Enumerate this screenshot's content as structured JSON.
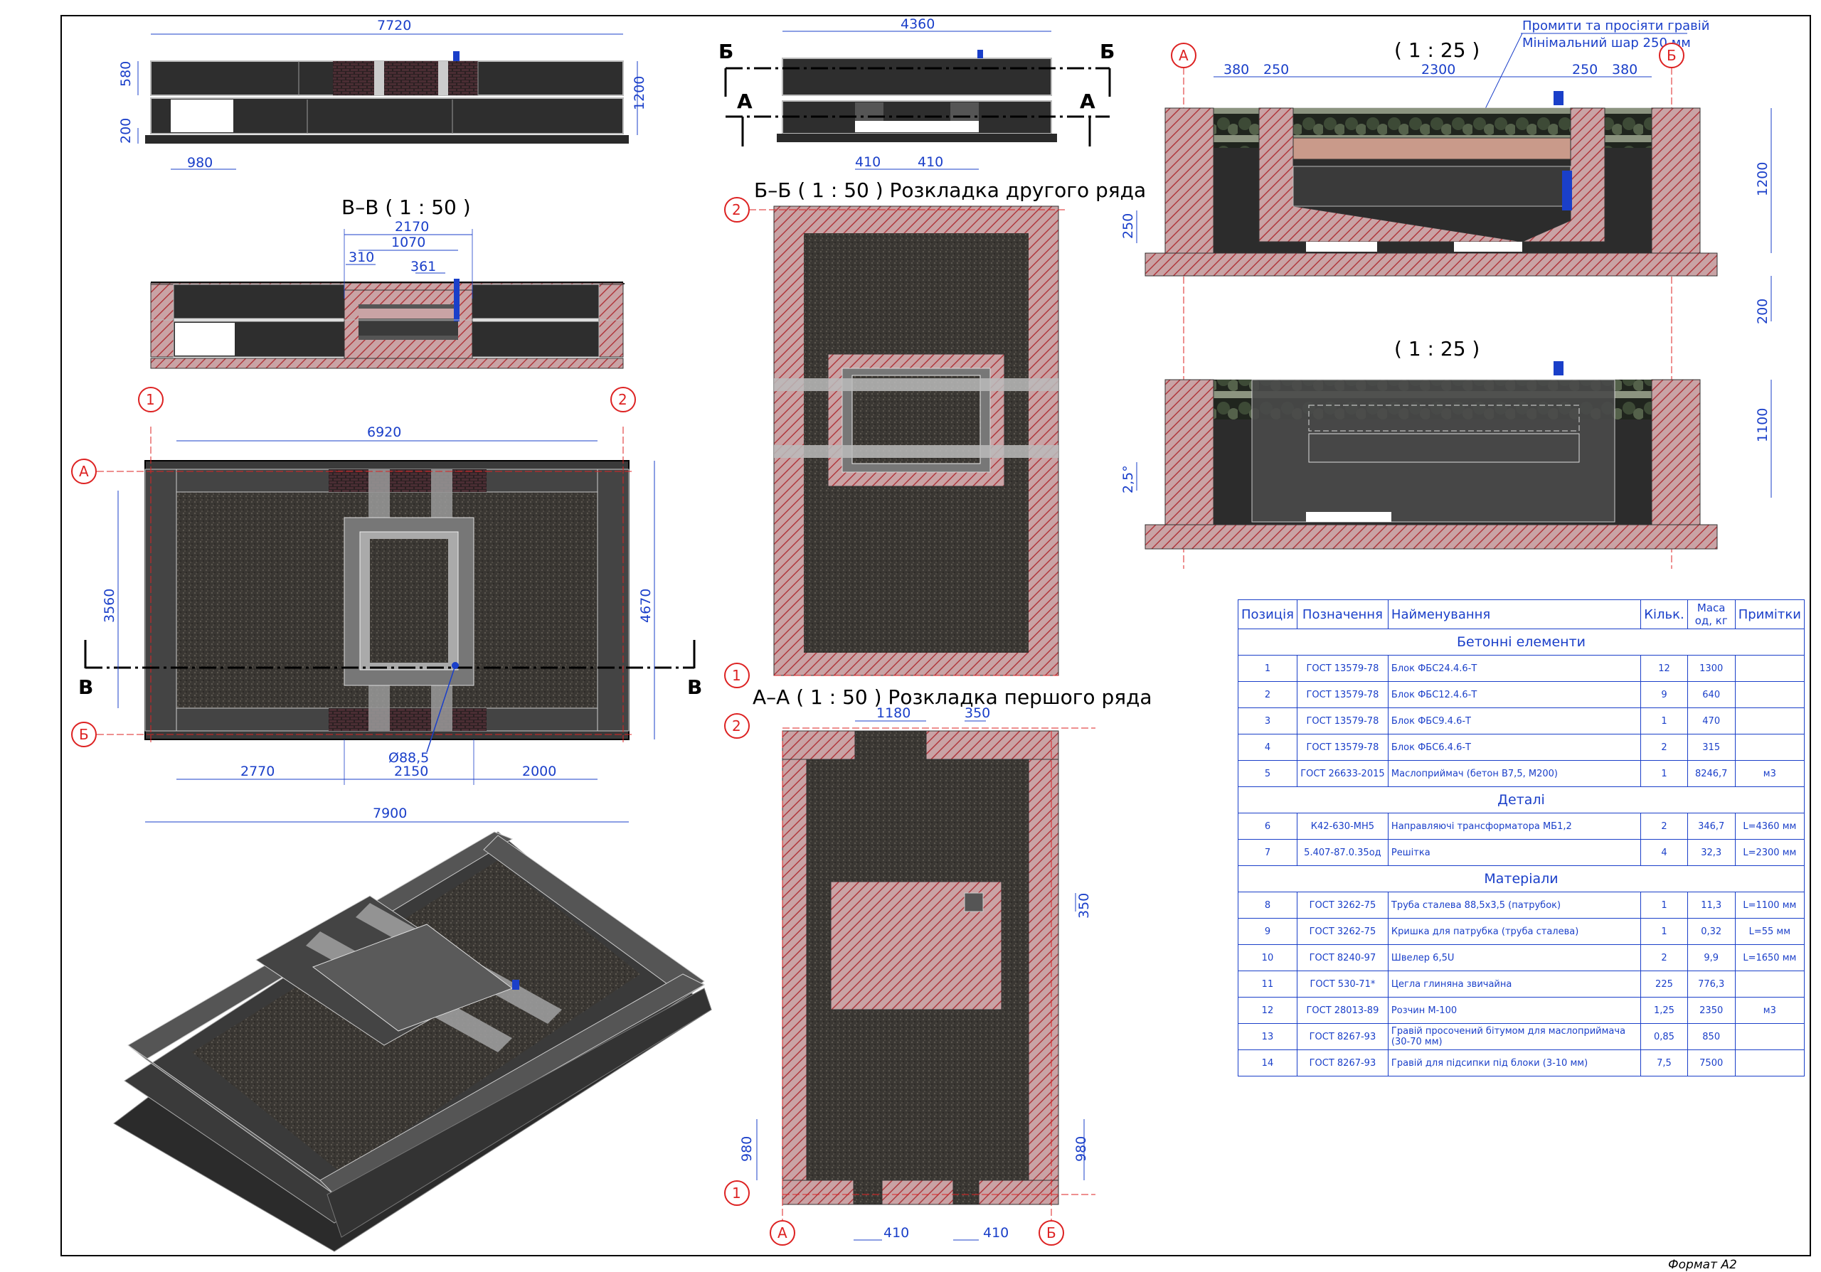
{
  "sheet": {
    "format_label": "Формат А2"
  },
  "front_view": {
    "dims": {
      "overall": "7720",
      "h_top": "580",
      "h_base": "200",
      "total_h": "1200",
      "opening": "980"
    }
  },
  "section_vv": {
    "title": "В–В ( 1 : 50 )",
    "dims": {
      "d1": "2170",
      "d2": "1070",
      "d3": "310",
      "d4": "361"
    }
  },
  "plan": {
    "dims": {
      "top": "6920",
      "left": "3560",
      "right": "4670",
      "seg1": "2770",
      "seg2": "2150",
      "seg3": "2000",
      "overall": "7900",
      "pipe": "Ø88,5"
    },
    "axes": {
      "a1": "1",
      "a2": "2",
      "aA": "А",
      "aB": "Б"
    },
    "cut": "В"
  },
  "middle": {
    "top_dims": {
      "overall": "4360",
      "d410a": "410",
      "d410b": "410"
    },
    "cut_a": "А",
    "cut_b": "Б",
    "bb_title": "Б–Б ( 1 : 50 ) Розкладка другого ряда",
    "aa_title": "А–А ( 1 : 50 ) Розкладка першого ряда",
    "aa_dims": {
      "d1180": "1180",
      "d350": "350",
      "d350v": "350",
      "d980l": "980",
      "d980r": "980",
      "d410l": "410",
      "d410r": "410"
    },
    "axes": {
      "a1": "1",
      "a2": "2",
      "aA": "А",
      "aB": "Б"
    }
  },
  "right": {
    "scale1": "( 1 : 25 )",
    "scale2": "( 1 : 25 )",
    "note_line1": "Промити та просіяти гравій",
    "note_line2": "Мінімальний шар 250 мм",
    "dims": {
      "d380a": "380",
      "d250a": "250",
      "d2300": "2300",
      "d250b": "250",
      "d380b": "380",
      "h1200": "1200",
      "h250": "250",
      "h200": "200",
      "h1100": "1100",
      "slope": "2,5°"
    },
    "axes": {
      "aA": "А",
      "aB": "Б"
    }
  },
  "table": {
    "headers": [
      "Позиція",
      "Позначення",
      "Найменування",
      "Кільк.",
      "Маса од, кг",
      "Примітки"
    ],
    "groups": [
      {
        "title": "Бетонні елементи",
        "rows": [
          [
            "1",
            "ГОСТ 13579-78",
            "Блок ФБС24.4.6-Т",
            "12",
            "1300",
            ""
          ],
          [
            "2",
            "ГОСТ 13579-78",
            "Блок ФБС12.4.6-Т",
            "9",
            "640",
            ""
          ],
          [
            "3",
            "ГОСТ 13579-78",
            "Блок ФБС9.4.6-Т",
            "1",
            "470",
            ""
          ],
          [
            "4",
            "ГОСТ 13579-78",
            "Блок ФБС6.4.6-Т",
            "2",
            "315",
            ""
          ],
          [
            "5",
            "ГОСТ 26633-2015",
            "Маслоприймач (бетон В7,5, М200)",
            "1",
            "8246,7",
            "м3"
          ]
        ]
      },
      {
        "title": "Деталі",
        "rows": [
          [
            "6",
            "К42-630-МН5",
            "Направляючі трансформатора МБ1,2",
            "2",
            "346,7",
            "L=4360 мм"
          ],
          [
            "7",
            "5.407-87.0.35од",
            "Решітка",
            "4",
            "32,3",
            "L=2300 мм"
          ]
        ]
      },
      {
        "title": "Матеріали",
        "rows": [
          [
            "8",
            "ГОСТ 3262-75",
            "Труба сталева 88,5х3,5 (патрубок)",
            "1",
            "11,3",
            "L=1100 мм"
          ],
          [
            "9",
            "ГОСТ 3262-75",
            "Кришка для патрубка (труба сталева)",
            "1",
            "0,32",
            "L=55 мм"
          ],
          [
            "10",
            "ГОСТ 8240-97",
            "Швелер 6,5U",
            "2",
            "9,9",
            "L=1650 мм"
          ],
          [
            "11",
            "ГОСТ 530-71*",
            "Цегла глиняна звичайна",
            "225",
            "776,3",
            ""
          ],
          [
            "12",
            "ГОСТ 28013-89",
            "Розчин М-100",
            "1,25",
            "2350",
            "м3"
          ],
          [
            "13",
            "ГОСТ 8267-93",
            "Гравій просочений бітумом для маслоприймача (30-70 мм)",
            "0,85",
            "850",
            ""
          ],
          [
            "14",
            "ГОСТ 8267-93",
            "Гравій для підсипки під блоки (3-10 мм)",
            "7,5",
            "7500",
            ""
          ]
        ]
      }
    ]
  }
}
